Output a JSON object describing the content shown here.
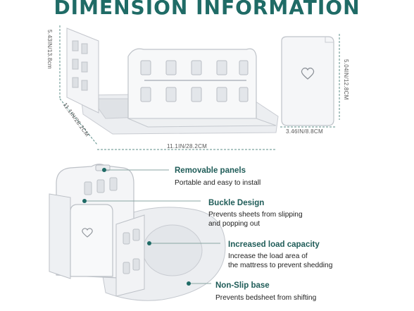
{
  "title": "DIMENSION INFORMATION",
  "dimensions": {
    "height_left": "5.43IN/13.8cm",
    "depth": "11.1IN/28.2CM",
    "length": "11.1IN/28.2CM",
    "panel_height": "5.04IN/12.8CM",
    "panel_width": "3.46IN/8.8CM"
  },
  "features": [
    {
      "title": "Removable panels",
      "lines": [
        "Portable and easy to install"
      ]
    },
    {
      "title": "Buckle Design",
      "lines": [
        "Prevents sheets from slipping",
        "and popping out"
      ]
    },
    {
      "title": "Increased load capacity",
      "lines": [
        "Increase the load area of",
        "the mattress to prevent shedding"
      ]
    },
    {
      "title": "Non-Slip base",
      "lines": [
        "Prevents bedsheet from shifting"
      ]
    }
  ],
  "colors": {
    "accent": "#1f6b66",
    "product": "#f2f3f5",
    "outline": "#c9ccd2"
  },
  "icons": [
    "heart-icon"
  ]
}
